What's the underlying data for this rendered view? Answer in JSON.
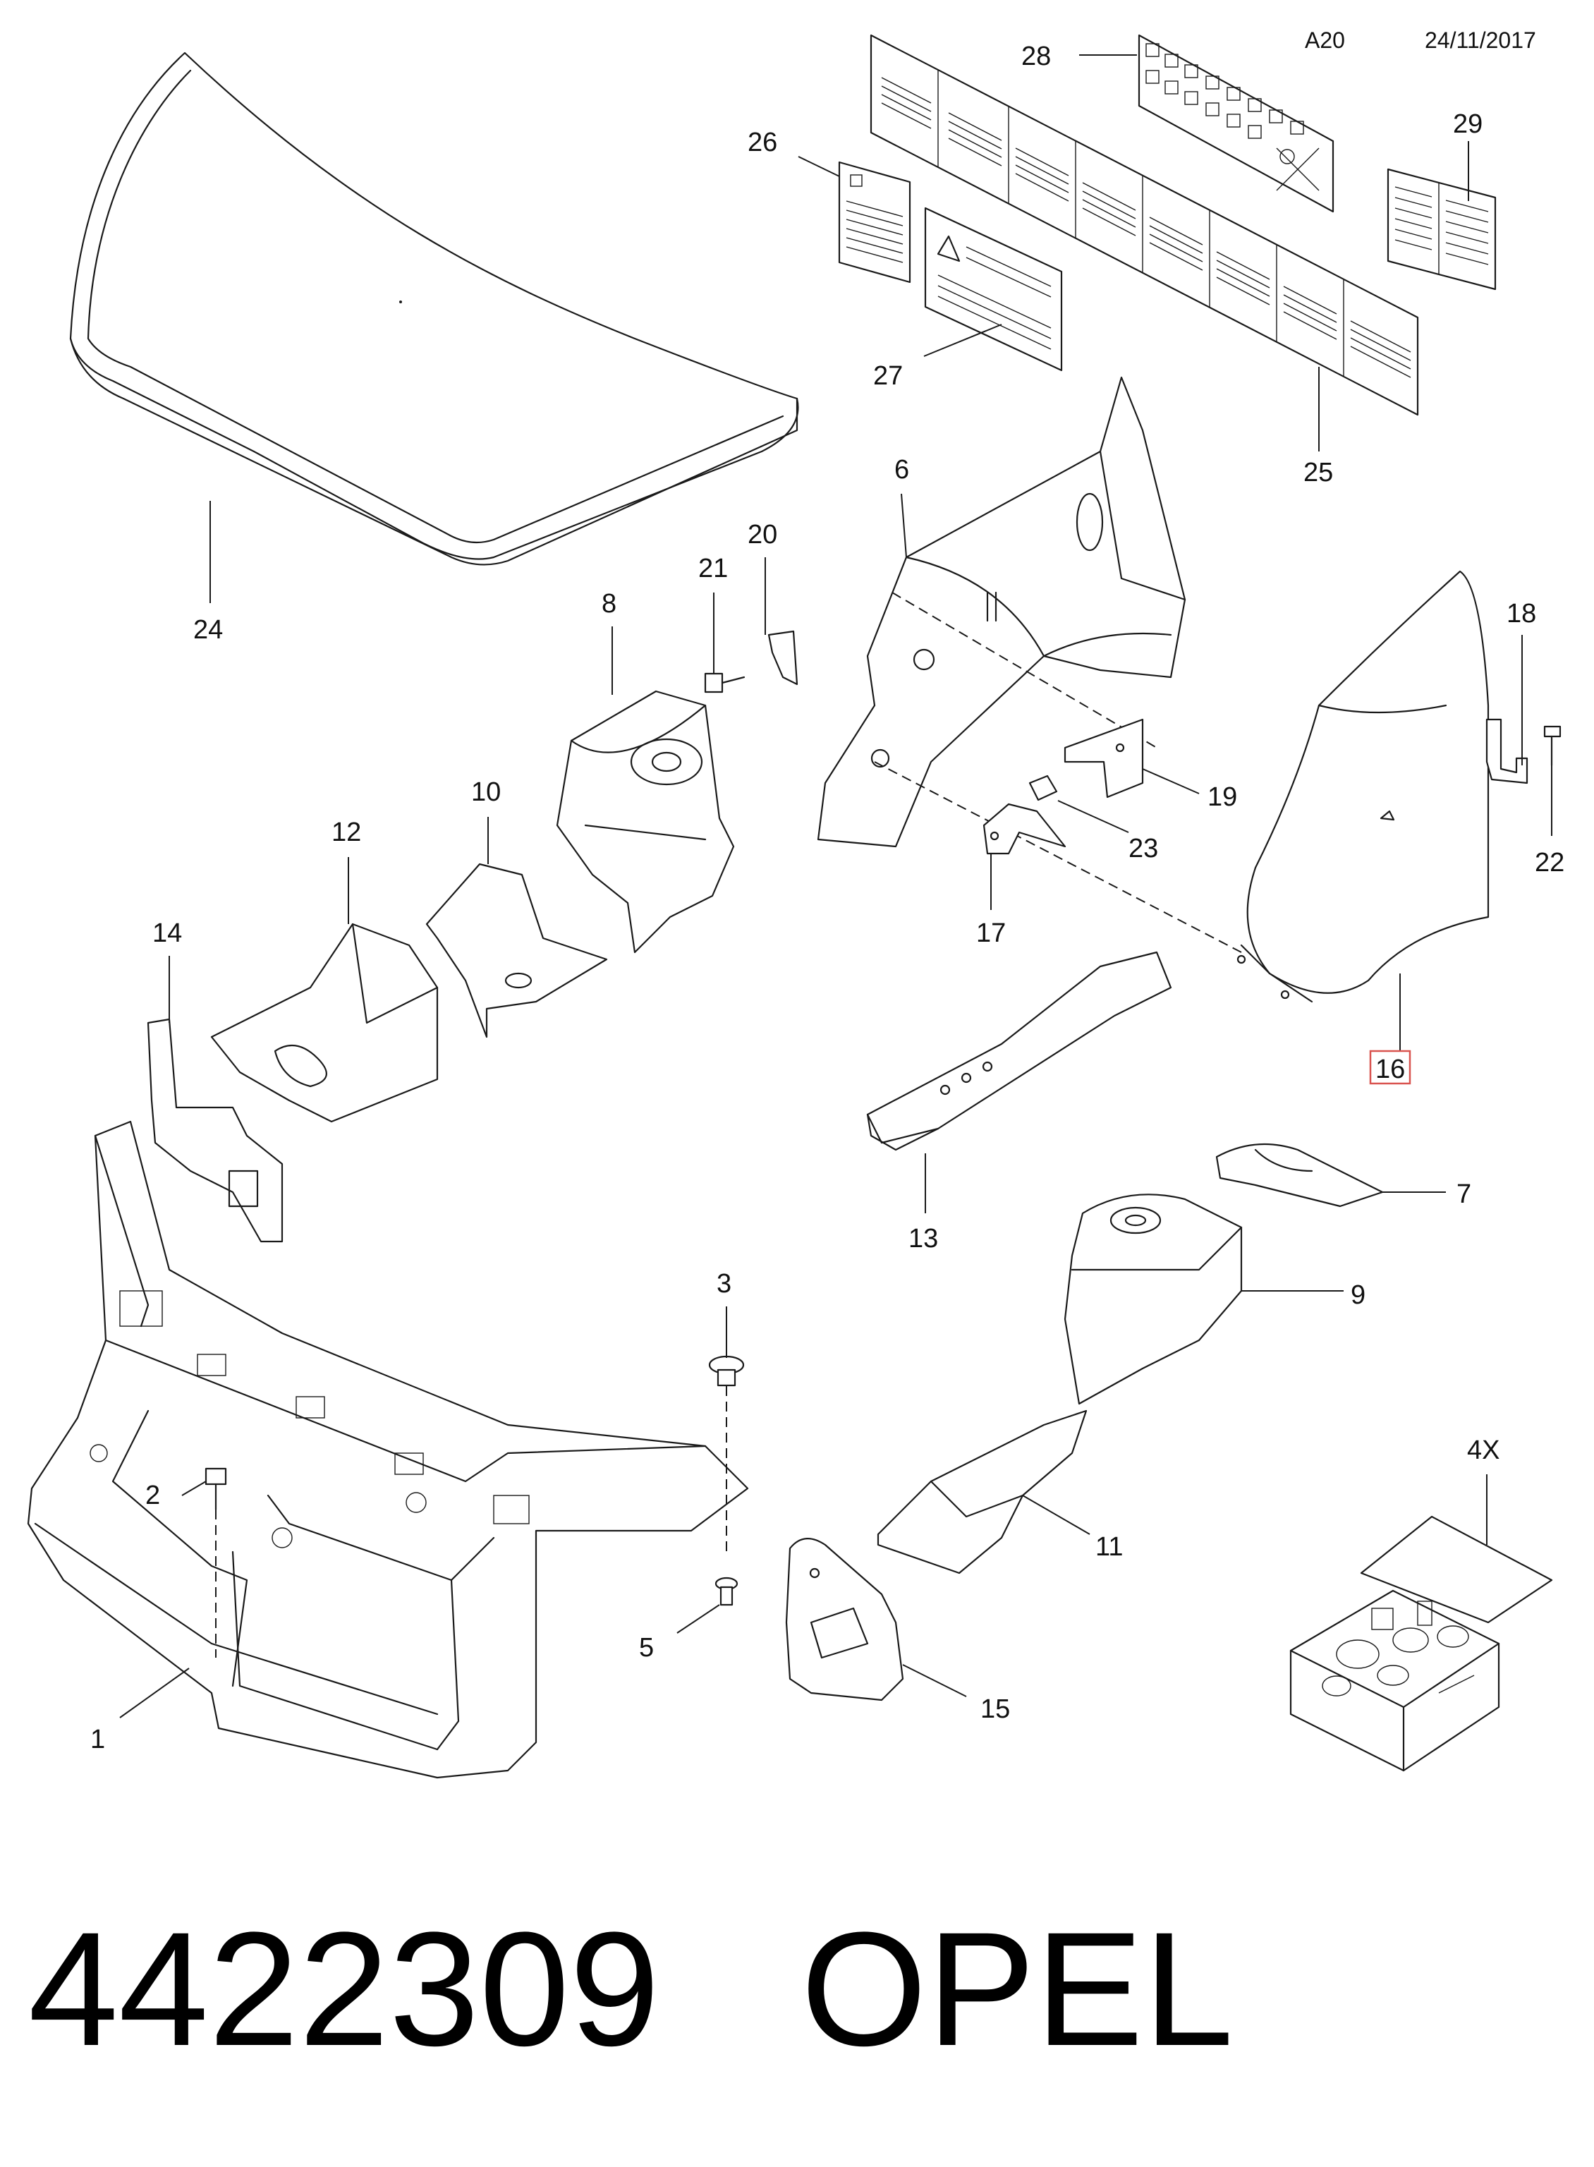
{
  "header": {
    "code": "A20",
    "date": "24/11/2017"
  },
  "callouts": {
    "c1": "1",
    "c2": "2",
    "c3": "3",
    "c4x": "4X",
    "c5": "5",
    "c6": "6",
    "c7": "7",
    "c8": "8",
    "c9": "9",
    "c10": "10",
    "c11": "11",
    "c12": "12",
    "c13": "13",
    "c14": "14",
    "c15": "15",
    "c16": "16",
    "c17": "17",
    "c18": "18",
    "c19": "19",
    "c20": "20",
    "c21": "21",
    "c22": "22",
    "c23": "23",
    "c24": "24",
    "c25": "25",
    "c26": "26",
    "c27": "27",
    "c28": "28",
    "c29": "29"
  },
  "highlighted_callout": "16",
  "colors": {
    "highlight": "#d9534f",
    "ink": "#1a1a1a"
  },
  "footer": {
    "part_number": "4422309",
    "brand": "OPEL"
  }
}
